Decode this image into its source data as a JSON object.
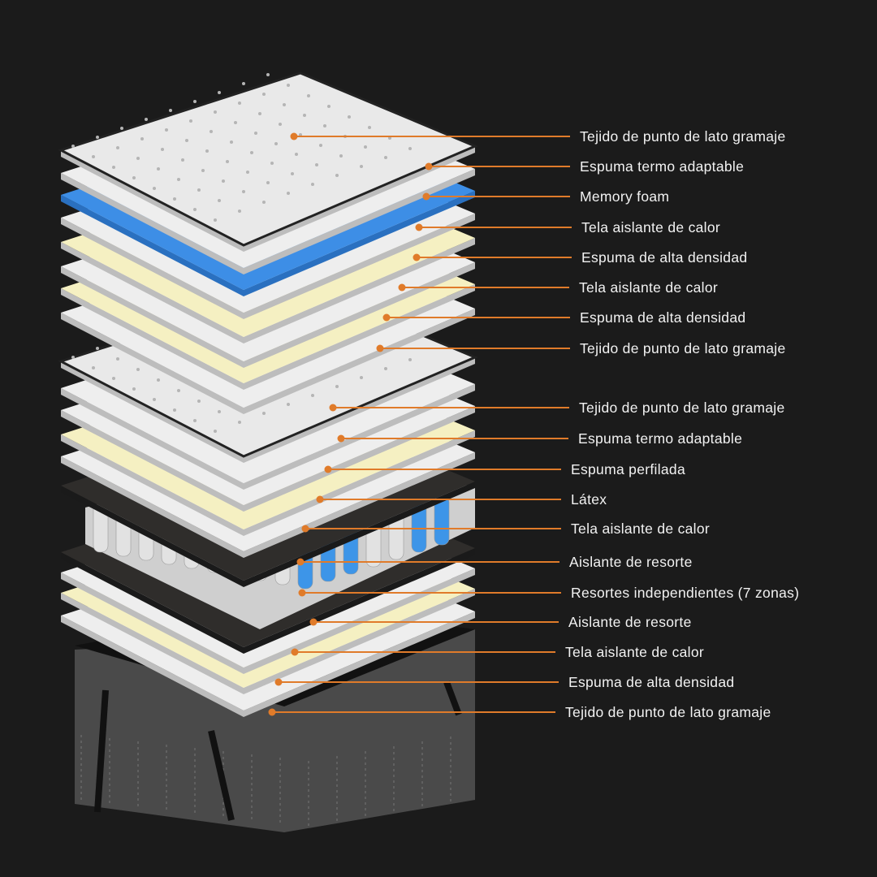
{
  "colors": {
    "background": "#1b1b1b",
    "leader": "#e07b2a",
    "label_text": "#f2f2f2",
    "quilted": "#e9e9e9",
    "white_sheet": "#eeeeee",
    "memory_foam": "#3d8ee6",
    "high_density": "#f5f0c2",
    "insulator": "#2f2d2b",
    "spring": "#e2e2e2",
    "spring_blue": "#3d95e8",
    "base": "#4a4a4a"
  },
  "labels": [
    {
      "text": "Tejido de punto de lato gramaje"
    },
    {
      "text": "Espuma termo adaptable"
    },
    {
      "text": "Memory foam"
    },
    {
      "text": "Tela aislante de calor"
    },
    {
      "text": "Espuma de alta densidad"
    },
    {
      "text": "Tela aislante de calor"
    },
    {
      "text": "Espuma de alta densidad"
    },
    {
      "text": "Tejido de punto de lato gramaje"
    },
    {
      "text": "Tejido de punto de lato gramaje"
    },
    {
      "text": "Espuma termo adaptable"
    },
    {
      "text": "Espuma perfilada"
    },
    {
      "text": "Látex"
    },
    {
      "text": "Tela aislante de calor"
    },
    {
      "text": "Aislante de resorte"
    },
    {
      "text": "Resortes independientes (7 zonas)"
    },
    {
      "text": "Aislante de resorte"
    },
    {
      "text": "Tela aislante de calor"
    },
    {
      "text": "Espuma de alta densidad"
    },
    {
      "text": "Tejido de punto de lato gramaje"
    }
  ]
}
